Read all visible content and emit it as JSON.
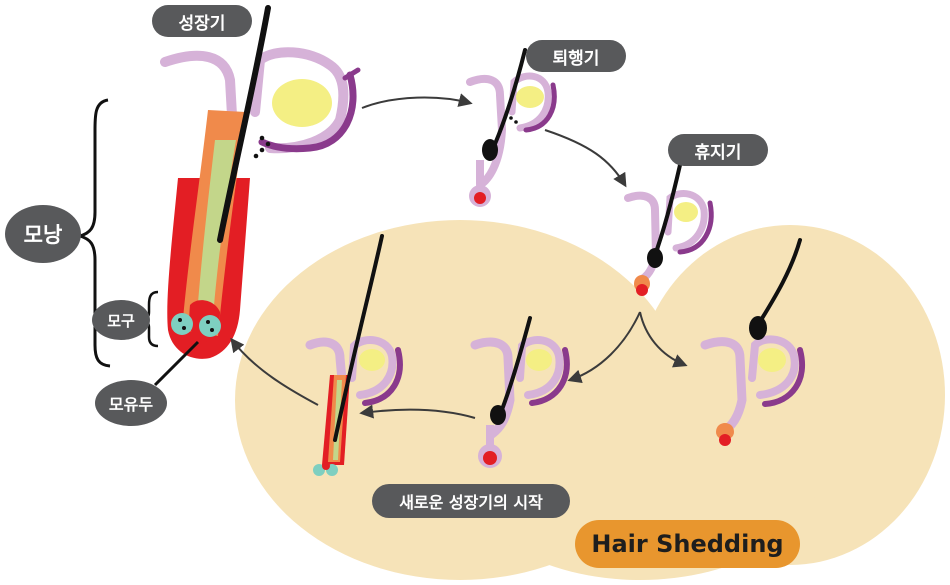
{
  "labels": {
    "anagen": "성장기",
    "catagen": "퇴행기",
    "telogen": "휴지기",
    "follicle": "모낭",
    "bulb": "모구",
    "papilla": "모유두",
    "new_anagen": "새로운 성장기의 시작",
    "shedding": "Hair Shedding"
  },
  "colors": {
    "background_blob": "#f6e3b8",
    "label_pill": "#58595b",
    "shedding_pill": "#e8962e",
    "sheath_lilac": "#d6b2d8",
    "gland_purple": "#8a3a8c",
    "sebaceous_yellow": "#f4ef84",
    "outer_red": "#e31e24",
    "inner_orange": "#f08a4b",
    "shaft_green": "#c3d68a",
    "papilla_teal": "#7ecfc0",
    "hair_black": "#111111"
  }
}
